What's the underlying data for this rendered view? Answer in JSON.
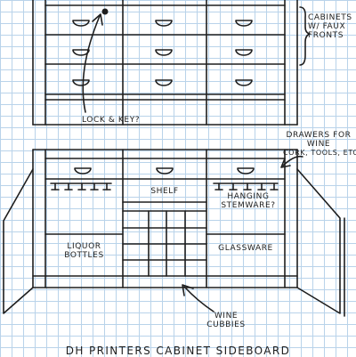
{
  "labels": {
    "cabinets_note": [
      "Cabinets",
      "w/ faux",
      "fronts"
    ],
    "lock_note": "Lock & Key?",
    "drawers_note": [
      "Drawers for",
      "wine",
      "cork, tools, etc."
    ],
    "shelf": "Shelf",
    "stemware": [
      "Hanging",
      "stemware?"
    ],
    "liquor": [
      "Liquor",
      "Bottles"
    ],
    "glassware": "Glassware",
    "wine_cubbies": [
      "Wine",
      "cubbies"
    ],
    "caption": "DH Printers Cabinet Sideboard"
  }
}
